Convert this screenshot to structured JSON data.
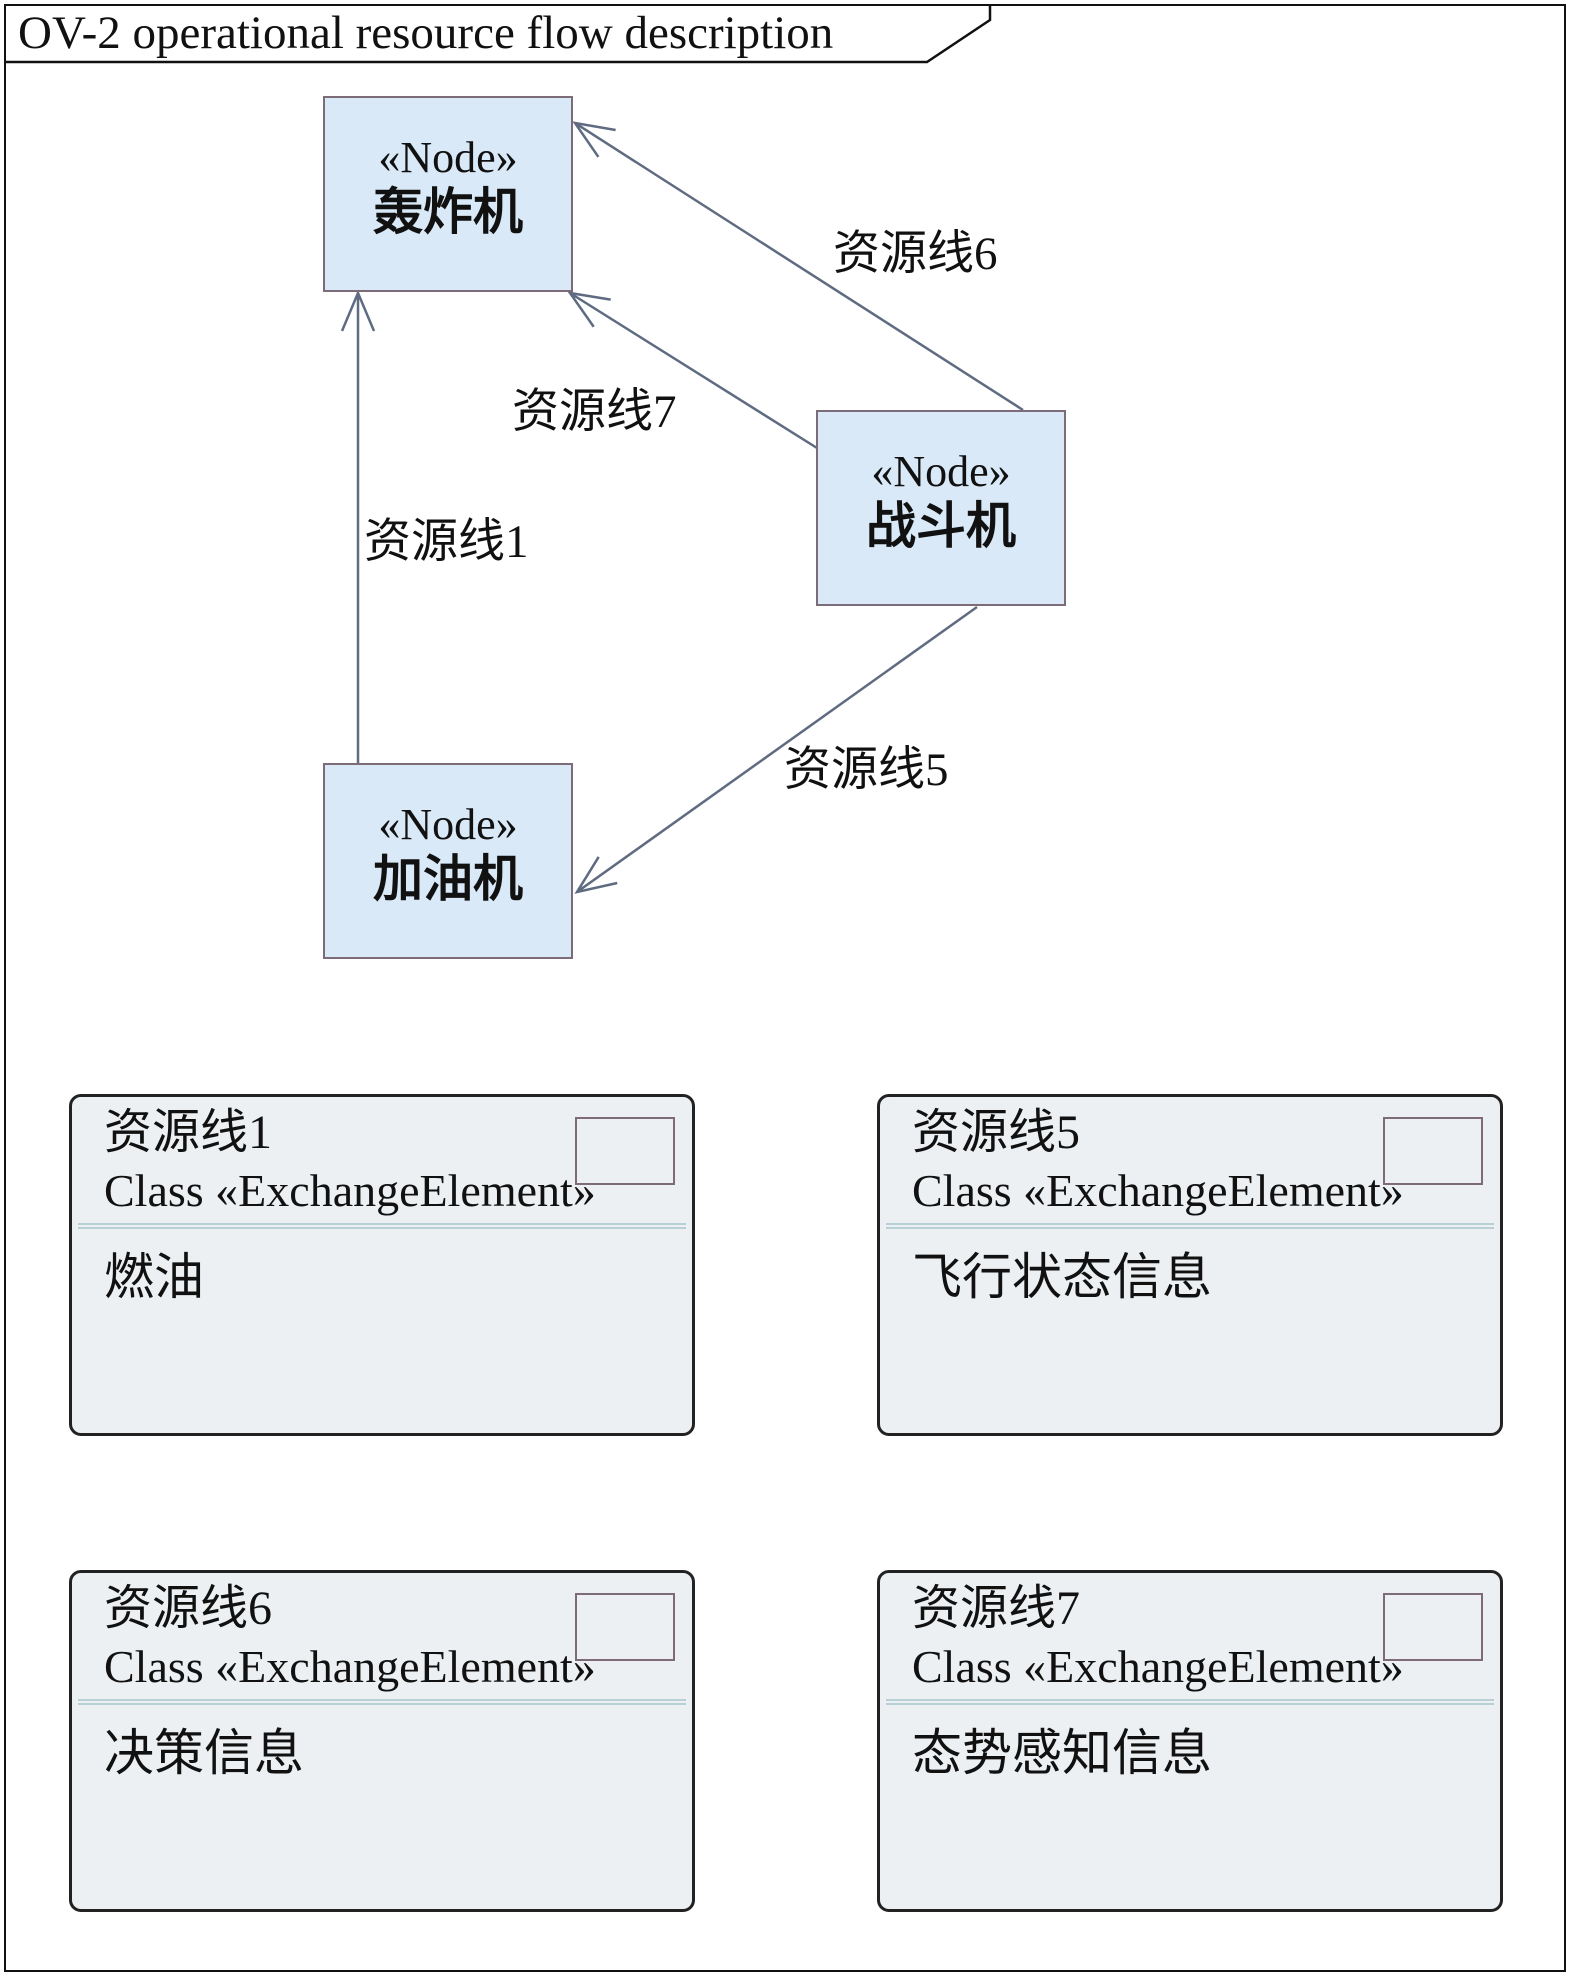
{
  "frame": {
    "title": "OV-2 operational resource flow description"
  },
  "nodes": [
    {
      "id": "bomber",
      "stereotype": "«Node»",
      "name": "轰炸机"
    },
    {
      "id": "fighter",
      "stereotype": "«Node»",
      "name": "战斗机"
    },
    {
      "id": "tanker",
      "stereotype": "«Node»",
      "name": "加油机"
    }
  ],
  "connections": [
    {
      "label": "资源线1",
      "source": "加油机",
      "target": "轰炸机"
    },
    {
      "label": "资源线5",
      "source": "战斗机",
      "target": "加油机"
    },
    {
      "label": "资源线6",
      "source": "战斗机",
      "target": "轰炸机"
    },
    {
      "label": "资源线7",
      "source": "战斗机",
      "target": "轰炸机"
    }
  ],
  "exchange_elements": [
    {
      "title": "资源线1",
      "type": "Class «ExchangeElement»",
      "content": "燃油"
    },
    {
      "title": "资源线5",
      "type": "Class «ExchangeElement»",
      "content": "飞行状态信息"
    },
    {
      "title": "资源线6",
      "type": "Class «ExchangeElement»",
      "content": "决策信息"
    },
    {
      "title": "资源线7",
      "type": "Class «ExchangeElement»",
      "content": "态势感知信息"
    }
  ],
  "colors": {
    "node_fill": "#d9e9f7",
    "node_border": "#7d6b78",
    "edge": "#5f6b80",
    "card_fill": "#edf0f2"
  }
}
